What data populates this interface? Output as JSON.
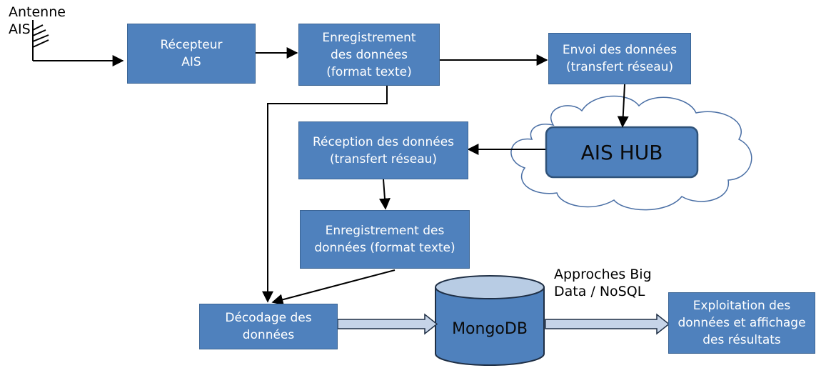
{
  "antenna": {
    "label_line1": "Antenne",
    "label_line2": "AIS"
  },
  "boxes": {
    "recepteur": {
      "line1": "Récepteur",
      "line2": "AIS"
    },
    "enregistrement_1": {
      "line1": "Enregistrement",
      "line2": "des données",
      "line3": "(format texte)"
    },
    "envoi": {
      "line1": "Envoi des données",
      "line2": "(transfert réseau)"
    },
    "reception": {
      "line1": "Réception des données",
      "line2": "(transfert réseau)"
    },
    "enregistrement_2": {
      "line1": "Enregistrement des",
      "line2": "données (format texte)"
    },
    "decodage": {
      "line1": "Décodage des",
      "line2": "données"
    },
    "exploitation": {
      "line1": "Exploitation des",
      "line2": "données et affichage",
      "line3": "des résultats"
    }
  },
  "hub": {
    "label": "AIS HUB"
  },
  "database": {
    "label": "MongoDB"
  },
  "annotation": {
    "line1": "Approches Big",
    "line2": "Data / NoSQL"
  },
  "colors": {
    "box_fill": "#4f81bd",
    "box_border": "#3a6494",
    "box_text": "#ffffff",
    "cylinder_fill": "#4f81bd",
    "cylinder_top": "#b8cce4",
    "cloud_stroke": "#4a6fa5",
    "wide_arrow_fill": "#c6d4e8",
    "line_color": "#000000"
  },
  "icons": [
    "antenna-icon",
    "cloud-icon",
    "database-cylinder-icon"
  ]
}
